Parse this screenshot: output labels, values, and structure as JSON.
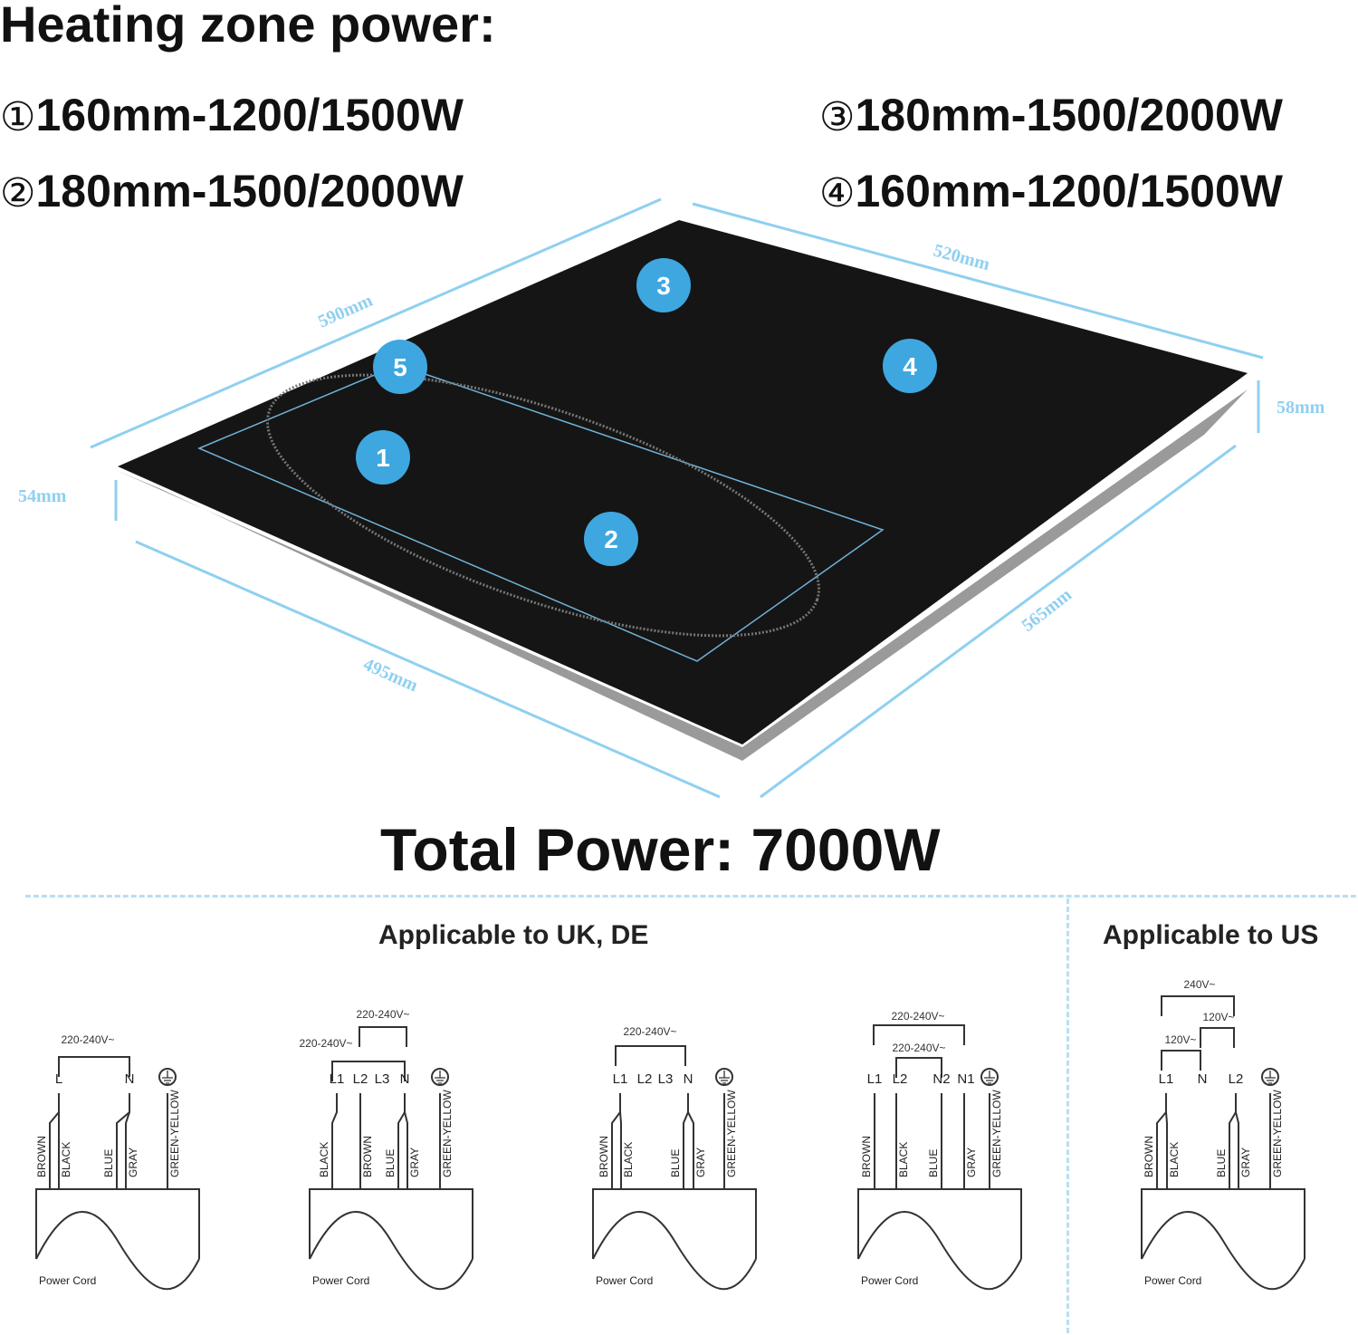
{
  "heading": "Heating zone power:",
  "zones": [
    {
      "num": "①",
      "text": "160mm-1200/1500W"
    },
    {
      "num": "②",
      "text": "180mm-1500/2000W"
    },
    {
      "num": "③",
      "text": "180mm-1500/2000W"
    },
    {
      "num": "④",
      "text": "160mm-1200/1500W"
    }
  ],
  "callouts": [
    "1",
    "2",
    "3",
    "4",
    "5"
  ],
  "dimensions": {
    "top_left": "590mm",
    "top_right": "520mm",
    "right_height": "58mm",
    "left_height": "54mm",
    "bottom_left": "495mm",
    "bottom_right": "565mm"
  },
  "total_power": "Total Power: 7000W",
  "regions": {
    "uk_de": "Applicable to UK, DE",
    "us": "Applicable to US"
  },
  "colors": {
    "accent": "#8fd0f0",
    "callout": "#3ea7e0",
    "glass": "#151515"
  },
  "diagrams": [
    {
      "voltages": [
        "220-240V~"
      ],
      "terminals": [
        "L",
        "N"
      ],
      "wires": [
        "BROWN",
        "BLACK",
        "BLUE",
        "GRAY",
        "GREEN-YELLOW"
      ],
      "cord": "Power Cord"
    },
    {
      "voltages": [
        "220-240V~",
        "220-240V~"
      ],
      "terminals": [
        "L1",
        "L2",
        "L3",
        "N"
      ],
      "wires": [
        "BLACK",
        "BROWN",
        "BLUE",
        "GRAY",
        "GREEN-YELLOW"
      ],
      "cord": "Power Cord"
    },
    {
      "voltages": [
        "220-240V~"
      ],
      "terminals": [
        "L1",
        "L2",
        "L3",
        "N"
      ],
      "wires": [
        "BROWN",
        "BLACK",
        "BLUE",
        "GRAY",
        "GREEN-YELLOW"
      ],
      "cord": "Power Cord"
    },
    {
      "voltages": [
        "220-240V~",
        "220-240V~"
      ],
      "terminals": [
        "L1",
        "L2",
        "N2",
        "N1"
      ],
      "wires": [
        "BROWN",
        "BLACK",
        "BLUE",
        "GRAY",
        "GREEN-YELLOW"
      ],
      "cord": "Power Cord"
    },
    {
      "voltages": [
        "240V~",
        "120V~",
        "120V~"
      ],
      "terminals": [
        "L1",
        "N",
        "L2"
      ],
      "wires": [
        "BROWN",
        "BLACK",
        "BLUE",
        "GRAY",
        "GREEN-YELLOW"
      ],
      "cord": "Power Cord"
    }
  ]
}
